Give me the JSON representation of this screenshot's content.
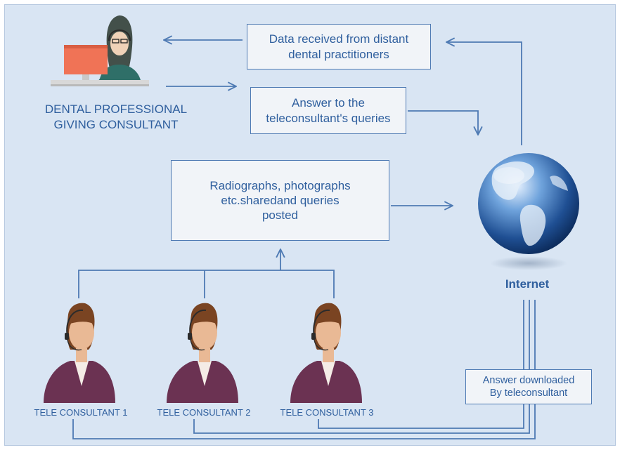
{
  "nodes": {
    "data_received": "Data received from distant\ndental practitioners",
    "answer_queries": "Answer to the\nteleconsultant's queries",
    "radiographs": "Radiographs, photographs\netc.sharedand queries\nposted",
    "answer_downloaded": "Answer downloaded\nBy teleconsultant"
  },
  "labels": {
    "professional": "DENTAL PROFESSIONAL\nGIVING CONSULTANT",
    "internet": "Internet",
    "tele1": "TELE CONSULTANT 1",
    "tele2": "TELE CONSULTANT 2",
    "tele3": "TELE CONSULTANT 3"
  },
  "icons": [
    "dental-professional-at-computer-icon",
    "globe-icon",
    "teleconsultant-headset-icon"
  ],
  "colors": {
    "background": "#d9e5f3",
    "line": "#4e7ab3",
    "text": "#2f5f9e",
    "box_fill": "#f1f4f8"
  }
}
